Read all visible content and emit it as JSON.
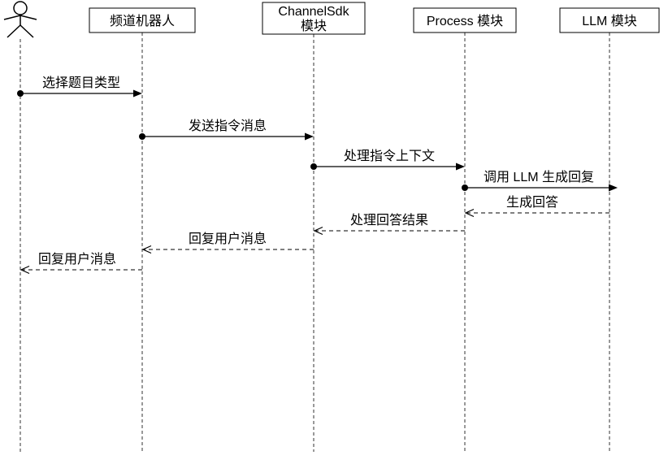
{
  "diagram": {
    "type": "sequence",
    "background": "#ffffff",
    "stroke_color": "#000000",
    "participants": [
      {
        "id": "user",
        "kind": "actor",
        "label": ""
      },
      {
        "id": "channel-robot",
        "kind": "box",
        "label": "频道机器人"
      },
      {
        "id": "channelsdk",
        "kind": "box",
        "label": "ChannelSdk 模块",
        "lines": [
          "ChannelSdk",
          "模块"
        ]
      },
      {
        "id": "process",
        "kind": "box",
        "label": "Process 模块"
      },
      {
        "id": "llm",
        "kind": "box",
        "label": "LLM 模块"
      }
    ],
    "messages": [
      {
        "from": "user",
        "to": "channel-robot",
        "label": "选择题目类型",
        "line": "solid"
      },
      {
        "from": "channel-robot",
        "to": "channelsdk",
        "label": "发送指令消息",
        "line": "solid"
      },
      {
        "from": "channelsdk",
        "to": "process",
        "label": "处理指令上下文",
        "line": "solid"
      },
      {
        "from": "process",
        "to": "llm",
        "label": "调用 LLM 生成回复",
        "line": "solid"
      },
      {
        "from": "llm",
        "to": "process",
        "label": "生成回答",
        "line": "dashed"
      },
      {
        "from": "process",
        "to": "channelsdk",
        "label": "处理回答结果",
        "line": "dashed"
      },
      {
        "from": "channelsdk",
        "to": "channel-robot",
        "label": "回复用户消息",
        "line": "dashed"
      },
      {
        "from": "channel-robot",
        "to": "user",
        "label": "回复用户消息",
        "line": "dashed"
      }
    ]
  }
}
